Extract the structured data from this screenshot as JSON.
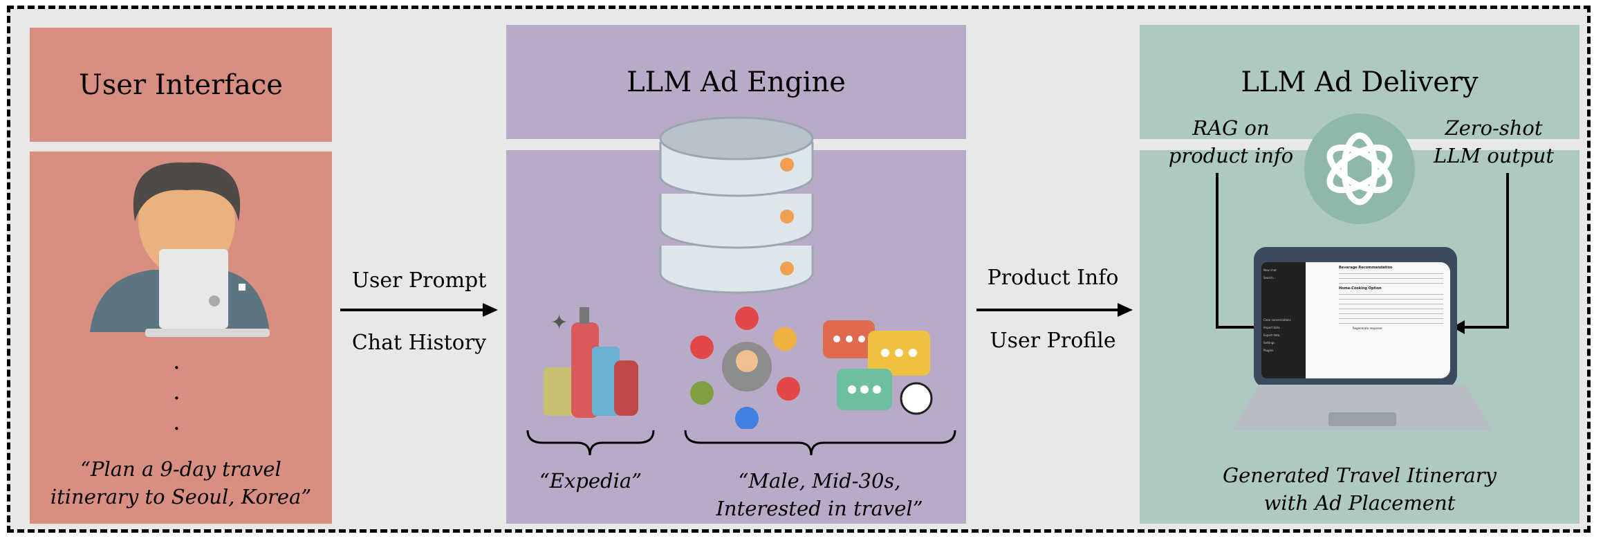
{
  "sections": {
    "user_interface": {
      "title": "User Interface",
      "quote_line1": "“Plan a 9-day travel",
      "quote_line2": "itinerary to Seoul, Korea”",
      "ellipsis": "·"
    },
    "ad_engine": {
      "title": "LLM Ad Engine",
      "product_quote": "“Expedia”",
      "profile_quote_line1": "“Male, Mid-30s,",
      "profile_quote_line2": "Interested in travel”"
    },
    "ad_delivery": {
      "title": "LLM Ad Delivery",
      "rag_line1": "RAG on",
      "rag_line2": "product info",
      "zeroshot_line1": "Zero-shot",
      "zeroshot_line2": "LLM output",
      "caption_line1": "Generated Travel Itinerary",
      "caption_line2": "with Ad Placement"
    }
  },
  "arrows": {
    "to_engine": {
      "top": "User Prompt",
      "bottom": "Chat History"
    },
    "to_delivery": {
      "top": "Product Info",
      "bottom": "User Profile"
    }
  },
  "laptop_screen": {
    "sidebar": [
      "New chat",
      "Search...",
      "Clear conversations",
      "Import data",
      "Export data",
      "Settings",
      "Plugins"
    ],
    "headings": [
      "Beverage Recommendation",
      "Home-Cooking Option"
    ],
    "button": "Regenerate response"
  },
  "colors": {
    "ui_panel": "#d98e82",
    "engine_panel": "#b9abc8",
    "delivery_panel": "#adc9c1",
    "background": "#e8e8e8",
    "accent_orange": "#f0a050"
  }
}
